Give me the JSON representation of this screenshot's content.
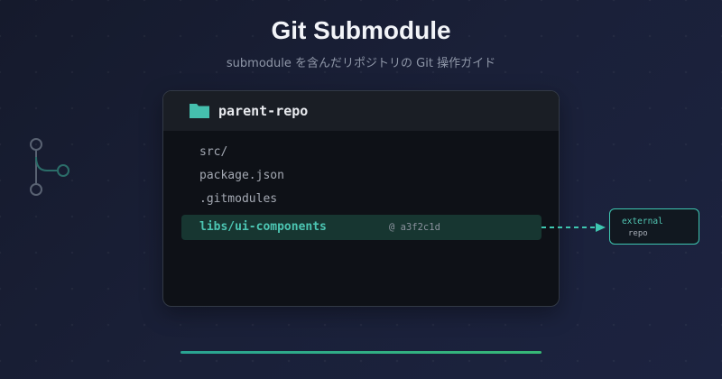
{
  "header": {
    "title": "Git Submodule",
    "subtitle": "submodule を含んだリポジトリの Git 操作ガイド"
  },
  "repo": {
    "name": "parent-repo",
    "icon": "folder-icon",
    "files": [
      "src/",
      "package.json",
      ".gitmodules"
    ]
  },
  "submodule": {
    "path": "libs/ui-components",
    "commit": "@ a3f2c1d"
  },
  "external": {
    "line1": "external",
    "line2": "repo"
  },
  "colors": {
    "accent": "#4cc5b2",
    "background": "#1a2038",
    "panel": "#0e1117"
  }
}
